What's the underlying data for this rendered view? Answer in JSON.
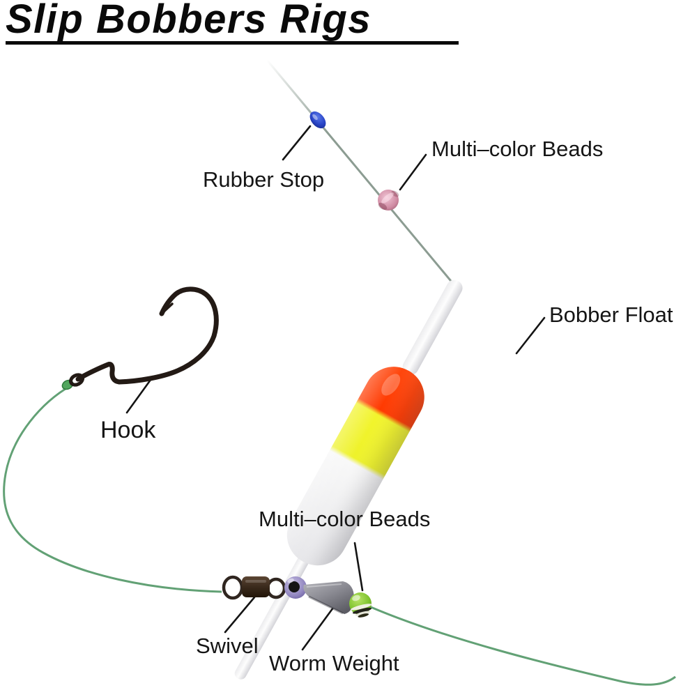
{
  "title": "Slip Bobbers Rigs",
  "labels": {
    "rubber_stop": "Rubber Stop",
    "beads_top": "Multi–color Beads",
    "bobber_float": "Bobber Float",
    "hook": "Hook",
    "beads_bottom": "Multi–color Beads",
    "swivel": "Swivel",
    "worm_weight": "Worm Weight"
  },
  "diagram": {
    "type": "fishing-rig-diagram",
    "line_color_upper": "#8c9c92",
    "line_color_lower": "#62a175",
    "pointer_color": "#141414",
    "parts": [
      {
        "name": "rubber-stop-bead",
        "label": "Rubber Stop",
        "color": "#2a46c8"
      },
      {
        "name": "pink-bead",
        "label": "Multi–color Beads",
        "color": "#cf8aa2"
      },
      {
        "name": "bobber-float",
        "label": "Bobber Float",
        "colors": [
          "#ff3c00",
          "#eef22a",
          "#f4f4f6"
        ]
      },
      {
        "name": "hook",
        "label": "Hook",
        "color": "#231a15"
      },
      {
        "name": "swivel",
        "label": "Swivel",
        "color": "#32241a"
      },
      {
        "name": "purple-bead",
        "label": "Multi–color Beads",
        "color": "#9287c0"
      },
      {
        "name": "worm-weight",
        "label": "Worm Weight",
        "color": "#82828a"
      },
      {
        "name": "green-bead",
        "label": "Multi–color Beads",
        "color": "#7ec32e"
      }
    ]
  }
}
